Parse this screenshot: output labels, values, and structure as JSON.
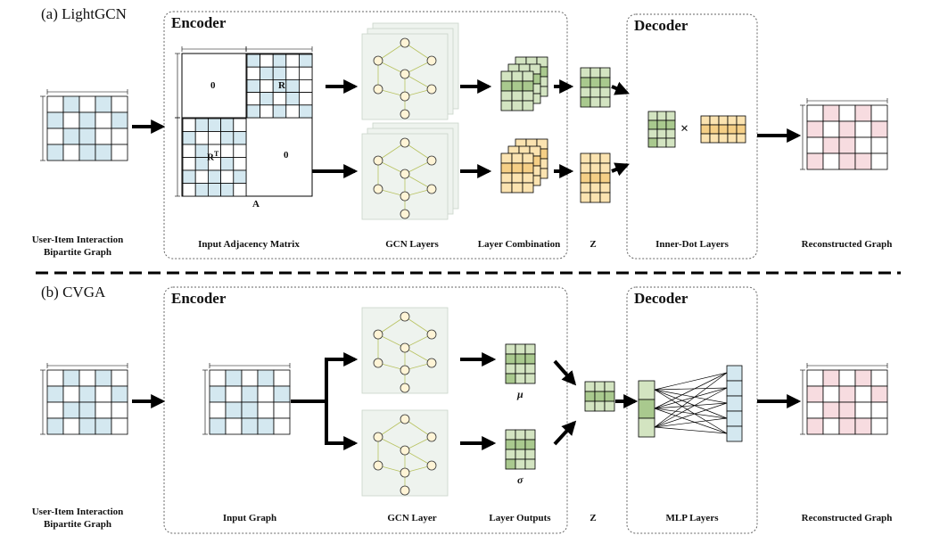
{
  "panel_a": {
    "label": "(a) LightGCN",
    "encoder_title": "Encoder",
    "decoder_title": "Decoder",
    "captions": {
      "input_graph": [
        "User-Item Interaction",
        "Bipartite Graph"
      ],
      "adjacency": "Input Adjacency Matrix",
      "gcn": "GCN Layers",
      "combination": "Layer Combination",
      "z": "Z",
      "decoder": "Inner-Dot Layers",
      "output": "Reconstructed Graph"
    },
    "matrix_labels": {
      "zero_top": "0",
      "r": "R",
      "rt": "R",
      "rt_sup": "T",
      "zero_bottom": "0",
      "a": "A"
    },
    "times": "×"
  },
  "panel_b": {
    "label": "(b) CVGA",
    "encoder_title": "Encoder",
    "decoder_title": "Decoder",
    "captions": {
      "input_graph": [
        "User-Item Interaction",
        "Bipartite Graph"
      ],
      "input": "Input Graph",
      "gcn": "GCN Layer",
      "outputs": "Layer Outputs",
      "z": "Z",
      "decoder": "MLP Layers",
      "output": "Reconstructed Graph"
    },
    "mu": "μ",
    "sigma": "σ"
  },
  "colors": {
    "blue_cell": "#d4e8f0",
    "green_cell": "#d3e4c1",
    "green_dark": "#a9c98e",
    "yellow_cell": "#fbe3b0",
    "pink_cell": "#f7dce0",
    "node_fill": "#fff4d6",
    "gcn_bg": "#eef3ee"
  }
}
